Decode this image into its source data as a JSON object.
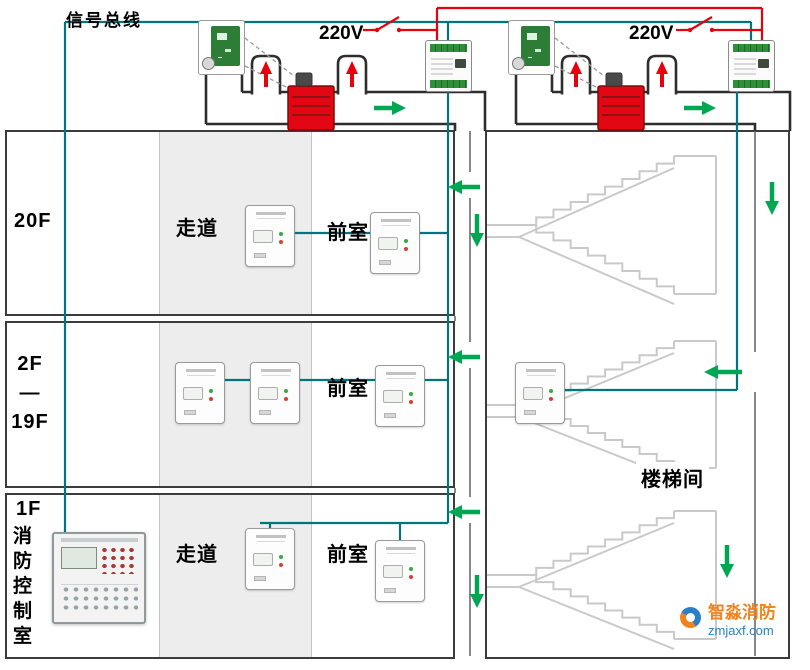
{
  "theme": {
    "bus_color": "#00767c",
    "power_color": "#e8000d",
    "airflow_color": "#00a651",
    "duct_color": "#2e2e2e",
    "damper_color": "#e30613",
    "stair_color": "#c9c9c9",
    "corridor_fill": "#ededed",
    "border_color": "#3c3c3c",
    "pcb_green": "#2e7d36",
    "terminal_green": "#2f8f3a",
    "brand_orange": "#f0831e",
    "brand_blue": "#2a7fc9"
  },
  "top": {
    "signal_bus_label": "信号总线",
    "assemblies": [
      {
        "voltage_label": "220V"
      },
      {
        "voltage_label": "220V"
      }
    ]
  },
  "floors": [
    {
      "label": "20F",
      "corridor_label": "走道",
      "vestibule_label": "前室"
    },
    {
      "label_lines": [
        "2F",
        "—",
        "19F"
      ],
      "vestibule_label": "前室"
    },
    {
      "label": "1F",
      "room_label": "消防控制室",
      "corridor_label": "走道",
      "vestibule_label": "前室"
    }
  ],
  "stairwell": {
    "label": "楼梯间"
  },
  "watermark": {
    "brand": "智淼消防",
    "site": "zmjaxf.com"
  }
}
